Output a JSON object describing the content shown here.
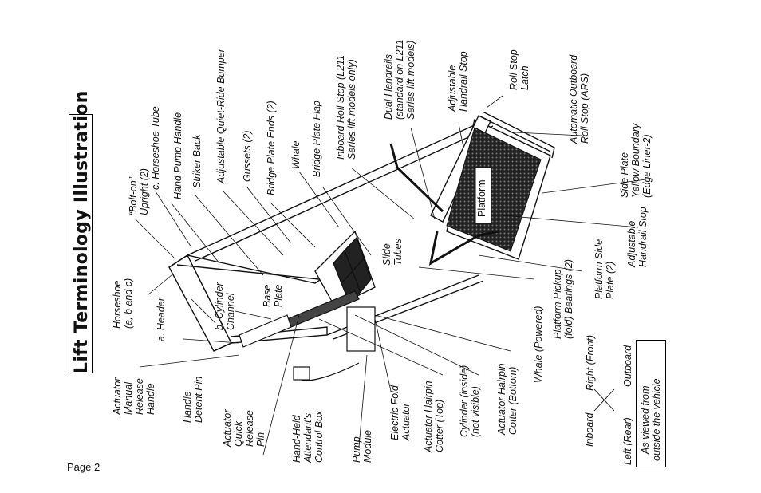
{
  "title": "Lift Terminology Illustration",
  "page": "Page 2",
  "labels": {
    "actuator_manual": "Actuator\nManual\nRelease\nHandle",
    "handle_detent": "Handle\nDetent Pin",
    "actuator_quick": "Actuator\nQuick-\nRelease\nPin",
    "hand_held": "Hand-Held\nAttendant's\nControl Box",
    "pump_module": "Pump\nModule",
    "electric_fold": "Electric Fold\nActuator",
    "actuator_hairpin_top": "Actuator Hairpin\nCotter (Top)",
    "cylinder_inside": "Cylinder (inside)\n(not visible)",
    "actuator_hairpin_bottom": "Actuator Hairpin\nCotter (Bottom)",
    "whale_powered": "Whale (Powered)",
    "platform_pickup": "Platform Pickup\n(fold) Bearings (2)",
    "platform_side": "Platform Side\nPlate (2)",
    "adjustable_handrail_stop_lower": "Adjustable\nHandrail Stop",
    "side_plate": "Side Plate\nYellow Boundary\n(Edge Liner-2)",
    "automatic_outboard": "Automatic Outboard\nRoll Stop (ARS)",
    "roll_stop_latch": "Roll Stop\nLatch",
    "adjustable_handrail_stop_upper": "Adjustable\nHandrail Stop",
    "dual_handrails": "Dual Handrails\n(standard on L211\nSeries lift models)",
    "inboard_roll_stop": "Inboard Roll Stop (L211\nSeries lift models only)",
    "bridge_plate_flap": "Bridge Plate Flap",
    "whale": "Whale",
    "bridge_plate_ends": "Bridge Plate Ends (2)",
    "gussets": "Gussets (2)",
    "adjustable_bumper": "Adjustable Quiet-Ride Bumper",
    "striker_back": "Striker Back",
    "hand_pump_handle": "Hand Pump Handle",
    "horseshoe_tube": "c. Horseshoe Tube",
    "bolt_on_upright": "“Bolt-on”\nUpright (2)",
    "horseshoe": "Horseshoe\n(a, b and c)",
    "header": "a. Header",
    "cylinder_channel": "b. Cylinder\nChannel",
    "base_plate": "Base\nPlate",
    "slide_tubes": "Slide\nTubes",
    "platform": "Platform"
  },
  "orientation": {
    "inboard": "Inboard",
    "left_rear": "Left (Rear)",
    "right_front": "Right (Front)",
    "outboard": "Outboard",
    "as_viewed": "As viewed from\noutside the vehicle"
  }
}
